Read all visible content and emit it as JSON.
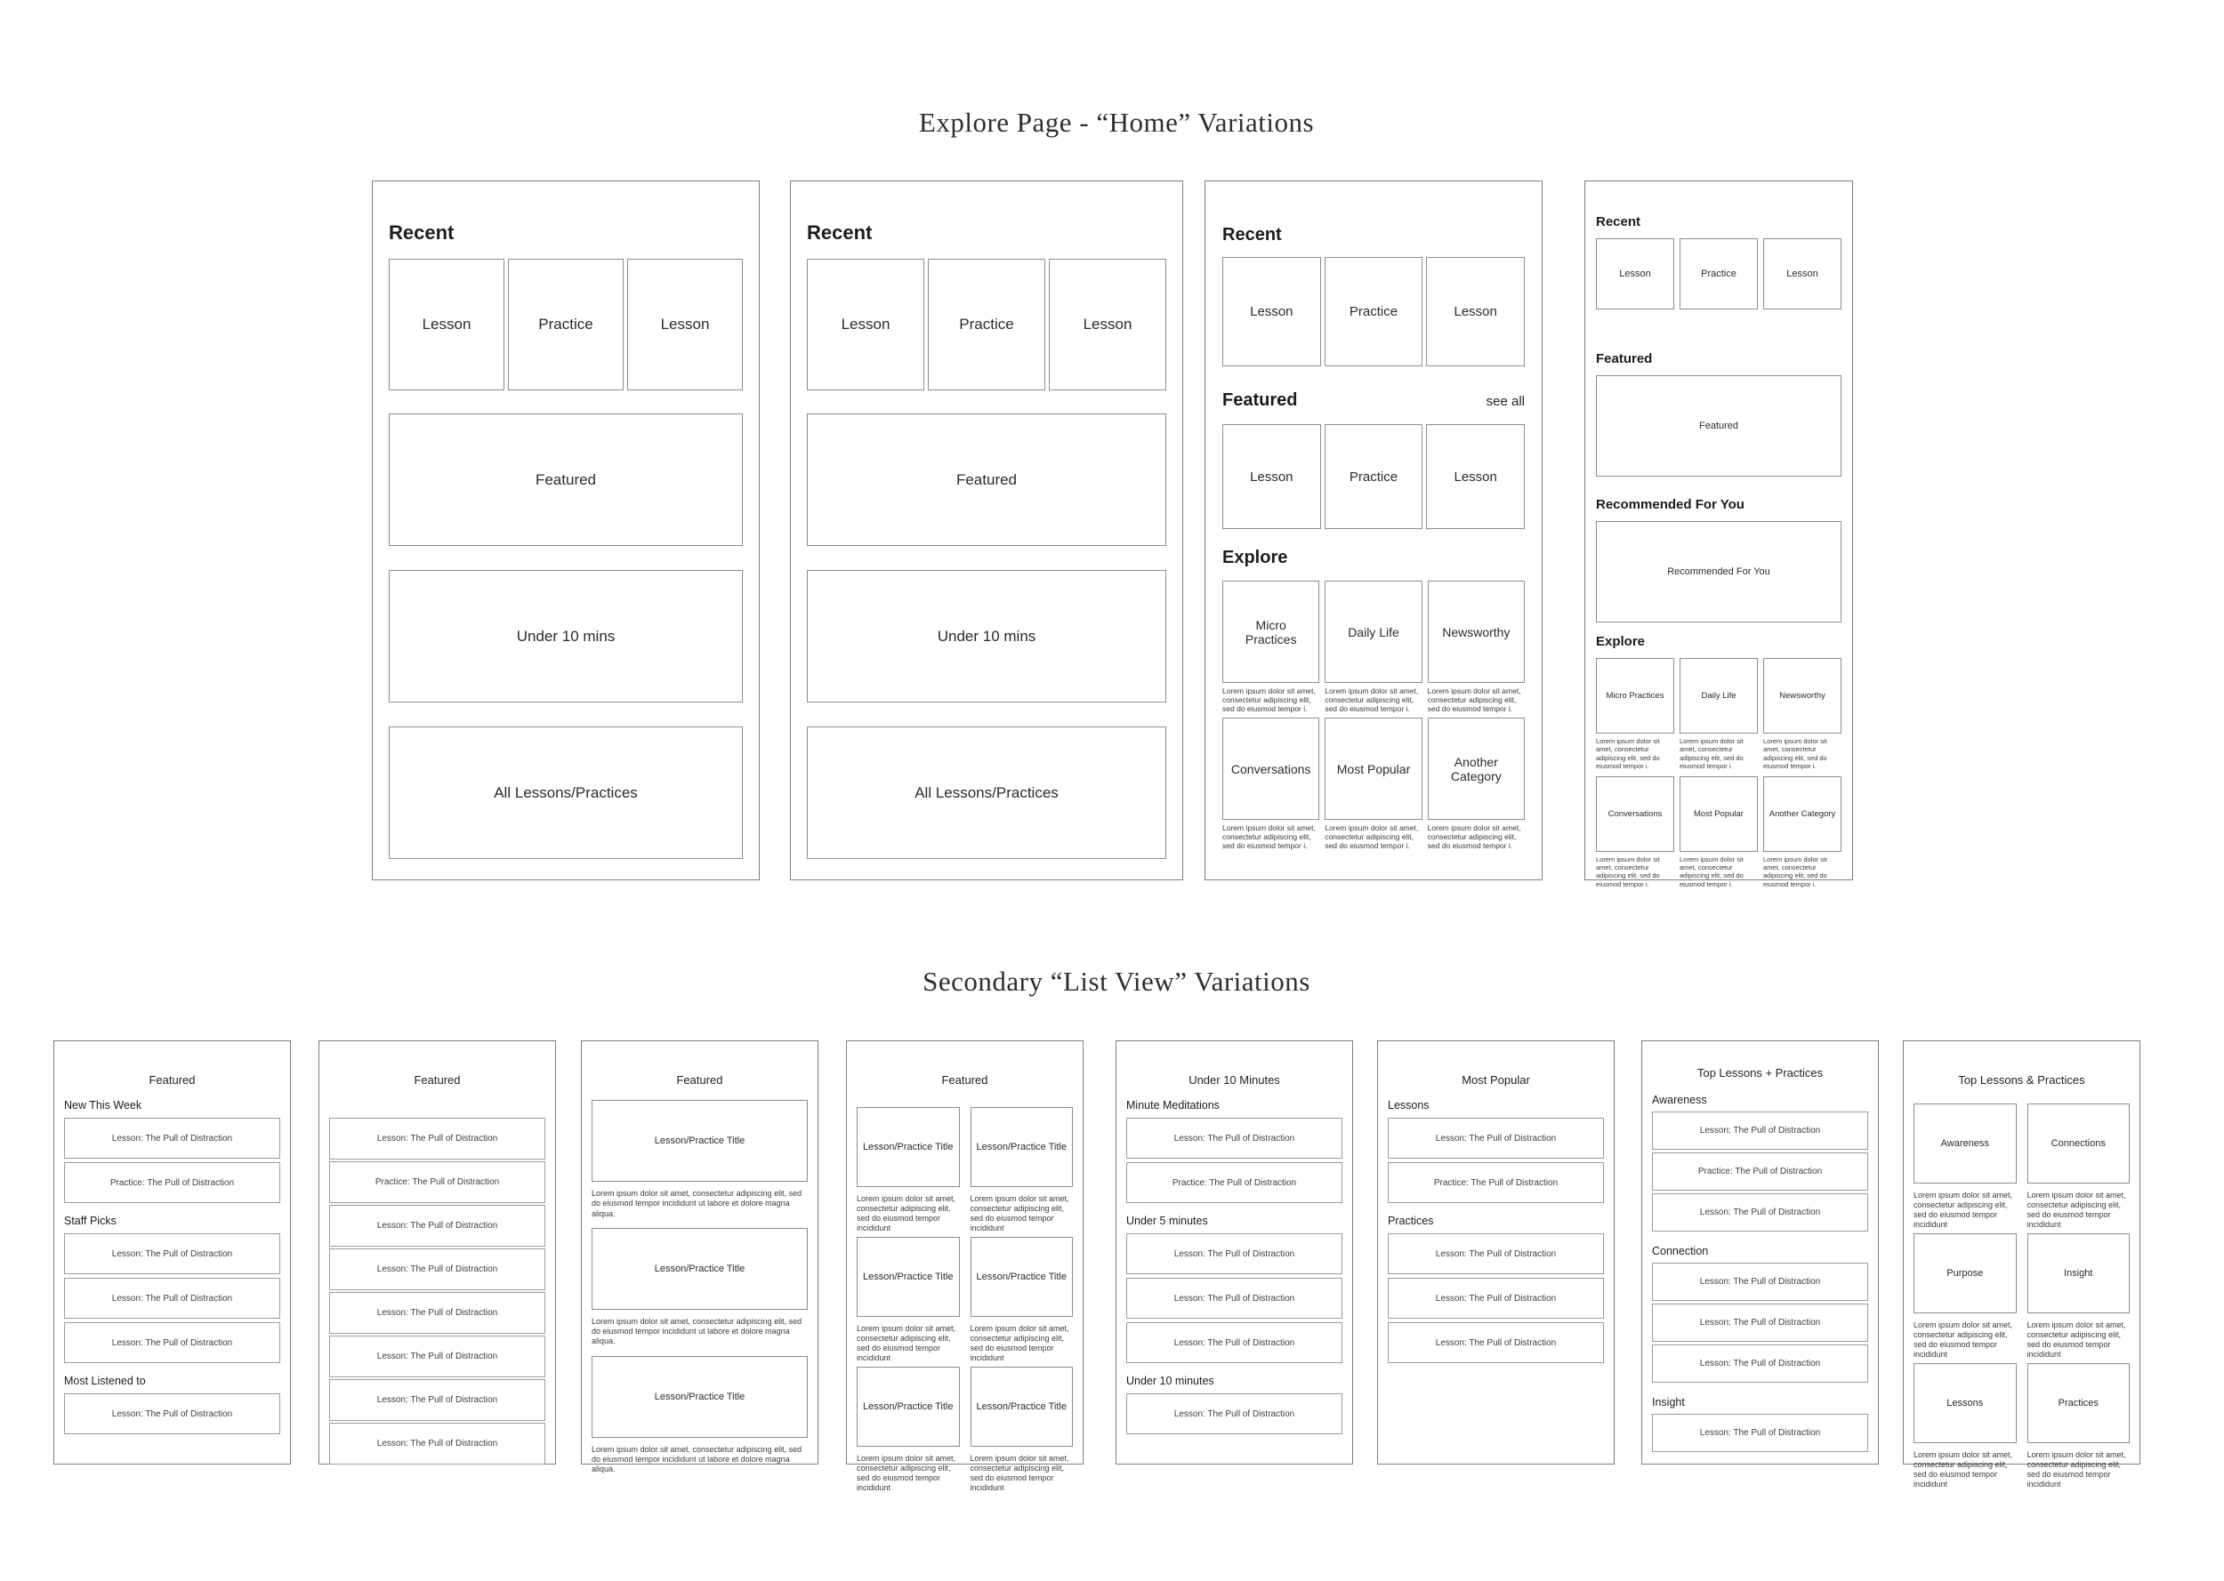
{
  "page": {
    "home_section_title": "Explore Page - “Home” Variations",
    "list_section_title": "Secondary “List View” Variations"
  },
  "home1": {
    "heading": "Recent",
    "tiles": [
      "Lesson",
      "Practice",
      "Lesson"
    ],
    "boxes": [
      "Featured",
      "Under 10 mins",
      "All Lessons/Practices"
    ]
  },
  "home2": {
    "heading": "Recent",
    "tiles": [
      "Lesson",
      "Practice",
      "Lesson"
    ],
    "boxes": [
      "Featured",
      "Under 10 mins",
      "All Lessons/Practices"
    ]
  },
  "home3": {
    "recent_heading": "Recent",
    "recent_tiles": [
      "Lesson",
      "Practice",
      "Lesson"
    ],
    "featured_heading": "Featured",
    "see_all_label": "see all",
    "featured_tiles": [
      "Lesson",
      "Practice",
      "Lesson"
    ],
    "explore_heading": "Explore",
    "explore_cells": [
      {
        "label": "Micro Practices",
        "caption": "Lorem ipsum dolor sit amet, consectetur adipiscing elit, sed do eiusmod tempor i."
      },
      {
        "label": "Daily Life",
        "caption": "Lorem ipsum dolor sit amet, consectetur adipiscing elit, sed do eiusmod tempor i."
      },
      {
        "label": "Newsworthy",
        "caption": "Lorem ipsum dolor sit amet, consectetur adipiscing elit, sed do eiusmod tempor i."
      },
      {
        "label": "Conversations",
        "caption": "Lorem ipsum dolor sit amet, consectetur adipiscing elit, sed do eiusmod tempor i."
      },
      {
        "label": "Most Popular",
        "caption": "Lorem ipsum dolor sit amet, consectetur adipiscing elit, sed do eiusmod tempor i."
      },
      {
        "label": "Another Category",
        "caption": "Lorem ipsum dolor sit amet, consectetur adipiscing elit, sed do eiusmod tempor i."
      }
    ]
  },
  "home4": {
    "recent_heading": "Recent",
    "recent_tiles": [
      "Lesson",
      "Practice",
      "Lesson"
    ],
    "featured_heading": "Featured",
    "featured_box_label": "Featured",
    "recommended_heading": "Recommended For You",
    "recommended_box_label": "Recommended For You",
    "explore_heading": "Explore",
    "explore_cells": [
      {
        "label": "Micro Practices",
        "caption": "Lorem ipsum dolor sit amet, consectetur adipiscing elit, sed do eiusmod tempor i."
      },
      {
        "label": "Daily Life",
        "caption": "Lorem ipsum dolor sit amet, consectetur adipiscing elit, sed do eiusmod tempor i."
      },
      {
        "label": "Newsworthy",
        "caption": "Lorem ipsum dolor sit amet, consectetur adipiscing elit, sed do eiusmod tempor i."
      },
      {
        "label": "Conversations",
        "caption": "Lorem ipsum dolor sit amet, consectetur adipiscing elit, sed do eiusmod tempor i."
      },
      {
        "label": "Most Popular",
        "caption": "Lorem ipsum dolor sit amet, consectetur adipiscing elit, sed do eiusmod tempor i."
      },
      {
        "label": "Another Category",
        "caption": "Lorem ipsum dolor sit amet, consectetur adipiscing elit, sed do eiusmod tempor i."
      }
    ]
  },
  "list1": {
    "title": "Featured",
    "sections": [
      {
        "label": "New This Week",
        "rows": [
          "Lesson: The Pull of Distraction",
          "Practice: The Pull of Distraction"
        ]
      },
      {
        "label": "Staff Picks",
        "rows": [
          "Lesson: The Pull of Distraction",
          "Lesson: The Pull of Distraction",
          "Lesson: The Pull of Distraction"
        ]
      },
      {
        "label": "Most Listened to",
        "rows": [
          "Lesson: The Pull of Distraction"
        ]
      }
    ]
  },
  "list2": {
    "title": "Featured",
    "rows": [
      "Lesson: The Pull of Distraction",
      "Practice: The Pull of Distraction",
      "Lesson: The Pull of Distraction",
      "Lesson: The Pull of Distraction",
      "Lesson: The Pull of Distraction",
      "Lesson: The Pull of Distraction",
      "Lesson: The Pull of Distraction",
      "Lesson: The Pull of Distraction"
    ]
  },
  "list3": {
    "title": "Featured",
    "cards": [
      {
        "title": "Lesson/Practice Title",
        "caption": "Lorem ipsum dolor sit amet, consectetur adipiscing elit, sed do eiusmod tempor incididunt ut labore et dolore magna aliqua."
      },
      {
        "title": "Lesson/Practice Title",
        "caption": "Lorem ipsum dolor sit amet, consectetur adipiscing elit, sed do eiusmod tempor incididunt ut labore et dolore magna aliqua."
      },
      {
        "title": "Lesson/Practice Title",
        "caption": "Lorem ipsum dolor sit amet, consectetur adipiscing elit, sed do eiusmod tempor incididunt ut labore et dolore magna aliqua."
      }
    ]
  },
  "list4": {
    "title": "Featured",
    "cells": [
      {
        "label": "Lesson/Practice Title",
        "caption": "Lorem ipsum dolor sit amet, consectetur adipiscing elit, sed do eiusmod tempor incididunt"
      },
      {
        "label": "Lesson/Practice Title",
        "caption": "Lorem ipsum dolor sit amet, consectetur adipiscing elit, sed do eiusmod tempor incididunt"
      },
      {
        "label": "Lesson/Practice Title",
        "caption": "Lorem ipsum dolor sit amet, consectetur adipiscing elit, sed do eiusmod tempor incididunt"
      },
      {
        "label": "Lesson/Practice Title",
        "caption": "Lorem ipsum dolor sit amet, consectetur adipiscing elit, sed do eiusmod tempor incididunt"
      },
      {
        "label": "Lesson/Practice Title",
        "caption": "Lorem ipsum dolor sit amet, consectetur adipiscing elit, sed do eiusmod tempor incididunt"
      },
      {
        "label": "Lesson/Practice Title",
        "caption": "Lorem ipsum dolor sit amet, consectetur adipiscing elit, sed do eiusmod tempor incididunt"
      }
    ]
  },
  "list5": {
    "title": "Under 10 Minutes",
    "sections": [
      {
        "label": "Minute Meditations",
        "rows": [
          "Lesson: The Pull of Distraction",
          "Practice: The Pull of Distraction"
        ]
      },
      {
        "label": "Under 5 minutes",
        "rows": [
          "Lesson: The Pull of Distraction",
          "Lesson: The Pull of Distraction",
          "Lesson: The Pull of Distraction"
        ]
      },
      {
        "label": "Under 10 minutes",
        "rows": [
          "Lesson: The Pull of Distraction"
        ]
      }
    ]
  },
  "list6": {
    "title": "Most Popular",
    "sections": [
      {
        "label": "Lessons",
        "rows": [
          "Lesson: The Pull of Distraction",
          "Practice: The Pull of Distraction"
        ]
      },
      {
        "label": "Practices",
        "rows": [
          "Lesson: The Pull of Distraction",
          "Lesson: The Pull of Distraction",
          "Lesson: The Pull of Distraction"
        ]
      }
    ]
  },
  "list7": {
    "title": "Top Lessons + Practices",
    "sections": [
      {
        "label": "Awareness",
        "rows": [
          "Lesson: The Pull of Distraction",
          "Practice: The Pull of Distraction",
          "Lesson: The Pull of Distraction"
        ]
      },
      {
        "label": "Connection",
        "rows": [
          "Lesson: The Pull of Distraction",
          "Lesson: The Pull of Distraction",
          "Lesson: The Pull of Distraction"
        ]
      },
      {
        "label": "Insight",
        "rows": [
          "Lesson: The Pull of Distraction"
        ]
      }
    ]
  },
  "list8": {
    "title": "Top Lessons & Practices",
    "cells": [
      {
        "label": "Awareness",
        "caption": "Lorem ipsum dolor sit amet, consectetur adipiscing elit, sed do eiusmod tempor incididunt"
      },
      {
        "label": "Connections",
        "caption": "Lorem ipsum dolor sit amet, consectetur adipiscing elit, sed do eiusmod tempor incididunt"
      },
      {
        "label": "Purpose",
        "caption": "Lorem ipsum dolor sit amet, consectetur adipiscing elit, sed do eiusmod tempor incididunt"
      },
      {
        "label": "Insight",
        "caption": "Lorem ipsum dolor sit amet, consectetur adipiscing elit, sed do eiusmod tempor incididunt"
      },
      {
        "label": "Lessons",
        "caption": "Lorem ipsum dolor sit amet, consectetur adipiscing elit, sed do eiusmod tempor incididunt"
      },
      {
        "label": "Practices",
        "caption": "Lorem ipsum dolor sit amet, consectetur adipiscing elit, sed do eiusmod tempor incididunt"
      }
    ]
  }
}
